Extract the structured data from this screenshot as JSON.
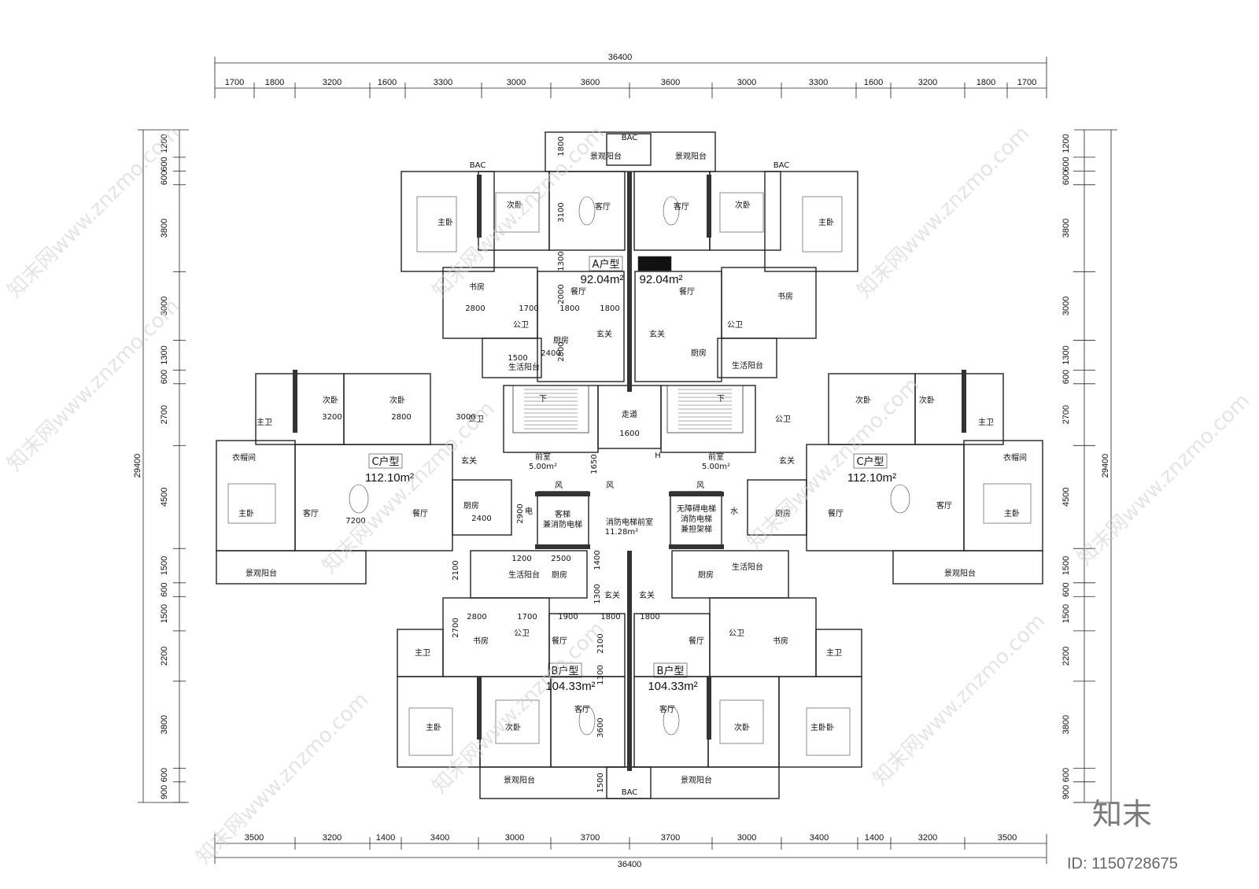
{
  "dims": {
    "total_width": "36400",
    "total_height": "29400",
    "top_segments": [
      "1700",
      "1800",
      "3200",
      "1600",
      "3300",
      "3000",
      "3600",
      "3600",
      "3000",
      "3300",
      "1600",
      "3200",
      "1800",
      "1700"
    ],
    "bottom_segments": [
      "3500",
      "3200",
      "1400",
      "3400",
      "3000",
      "3700",
      "3700",
      "3000",
      "3400",
      "1400",
      "3200",
      "3500"
    ],
    "side_segments": [
      "1200",
      "600",
      "600",
      "3800",
      "3000",
      "1300",
      "600",
      "2700",
      "4500",
      "1500",
      "600",
      "1500",
      "2200",
      "3800",
      "600",
      "900"
    ],
    "inner": {
      "a_1800_top": "1800",
      "a_3100": "3100",
      "a_1300": "1300",
      "a_2000": "2000",
      "a_2800": "2800",
      "a_1700": "1700",
      "a_1800_l": "1800",
      "a_1800_r": "1800",
      "a_1500": "1500",
      "a_2400": "2400",
      "a_2800v": "2800",
      "c_3200": "3200",
      "c_2800": "2800",
      "c_3000": "3000",
      "c_7200": "7200",
      "c_2400": "2400",
      "c_2900": "2900",
      "corr_1600": "1600",
      "corr_1650": "1650",
      "b_1200": "1200",
      "b_2500": "2500",
      "b_2100": "2100",
      "b_1400": "1400",
      "b_1300": "1300",
      "b_2800": "2800",
      "b_1700": "1700",
      "b_1900": "1900",
      "b_1800_l": "1800",
      "b_1800_r": "1800",
      "b_2700": "2700",
      "b_2100v": "2100",
      "b_1300v": "1300",
      "b_3600": "3600",
      "b_1500": "1500"
    }
  },
  "units": {
    "a_left": {
      "label": "A户型",
      "area": "92.04m²"
    },
    "a_right": {
      "label": "A户型",
      "area": "92.04m²"
    },
    "c_left": {
      "label": "C户型",
      "area": "112.10m²"
    },
    "c_right": {
      "label": "C户型",
      "area": "112.10m²"
    },
    "b_left": {
      "label": "B户型",
      "area": "104.33m²"
    },
    "b_right": {
      "label": "B户型",
      "area": "104.33m²"
    }
  },
  "rooms": {
    "zhuwo": "主卧",
    "ciwo": "次卧",
    "keting": "客厅",
    "canting": "餐厅",
    "shufang": "书房",
    "chufang": "厨房",
    "gongwei": "公卫",
    "zhuwei": "主卫",
    "xuanguan": "玄关",
    "shenghuo_yangtai": "生活阳台",
    "jingguan_yangtai": "景观阳台",
    "yimaojian": "衣帽间",
    "zoudao": "走道",
    "qianshi": "前室",
    "qianshi_area": "5.00m²",
    "xiaofang_qianshi": "消防电梯前室",
    "xiaofang_qianshi_area": "11.28m²",
    "keti": "客梯",
    "keti_sub": "兼消防电梯",
    "wuzhangai_1": "无障碍电梯",
    "wuzhangai_2": "消防电梯",
    "wuzhangai_3": "兼担架梯",
    "dian": "电",
    "shui": "水",
    "feng": "风",
    "zhuyingwo": "主卧卧",
    "down": "下",
    "up": "H",
    "bac": "BAC"
  },
  "watermark": {
    "text": "知末网www.znzmo.com"
  },
  "brand": {
    "logo": "知末",
    "id": "ID: 1150728675"
  }
}
